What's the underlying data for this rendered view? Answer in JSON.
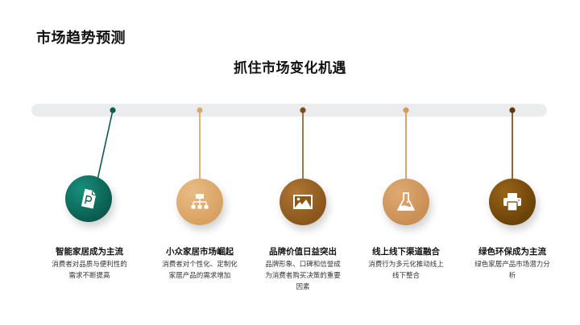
{
  "page": {
    "title": "市场趋势预测",
    "subtitle": "抓住市场变化机遇"
  },
  "timeline": {
    "track_color": "#ebeced",
    "items": [
      {
        "title": "智能家居成为主流",
        "description": "消费者对品质与便利性的需求不断提高",
        "icon": "document-p-icon",
        "color": "#0b5c4f",
        "color_light": "#17907c"
      },
      {
        "title": "小众家居市场崛起",
        "description": "消费者对个性化、定制化家居产品的需求增加",
        "icon": "sitemap-icon",
        "color": "#d9a161",
        "color_light": "#e8bd86"
      },
      {
        "title": "品牌价值日益突出",
        "description": "品牌形象、口碑和信誉成为消费者购买决策的重要因素",
        "icon": "image-icon",
        "color": "#8a561c",
        "color_light": "#b07634"
      },
      {
        "title": "线上线下渠道融合",
        "description": "消费行为多元化推动线上线下整合",
        "icon": "flask-icon",
        "color": "#c98f55",
        "color_light": "#deaa72"
      },
      {
        "title": "绿色环保成为主流",
        "description": "绿色家居产品市场潜力分析",
        "icon": "printer-icon",
        "color": "#6b4208",
        "color_light": "#9a6418"
      }
    ]
  }
}
